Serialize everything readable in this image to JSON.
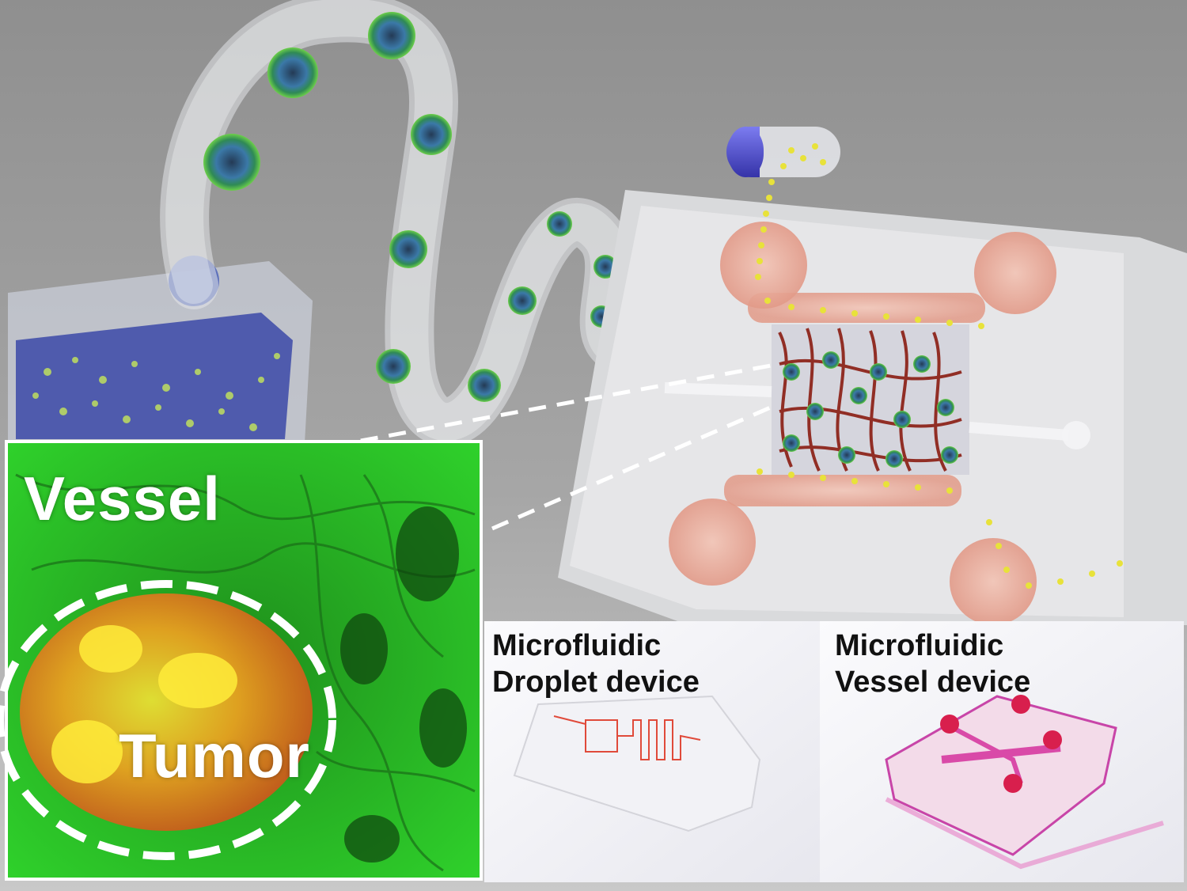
{
  "inset": {
    "vessel_label": "Vessel",
    "tumor_label": "Tumor"
  },
  "devices": {
    "droplet": {
      "line1": "Microfluidic",
      "line2": "Droplet device"
    },
    "vessel": {
      "line1": "Microfluidic",
      "line2": "Vessel device"
    }
  },
  "colors": {
    "background": "#9a9a9a",
    "vessel_fluorescence": "#2ecf2a",
    "tumor_fluorescence": "#ff8a1c",
    "channel_pink": "#e9a79a",
    "capsule_blue": "#4a48c8",
    "drug_yellow": "#e8e23a"
  }
}
